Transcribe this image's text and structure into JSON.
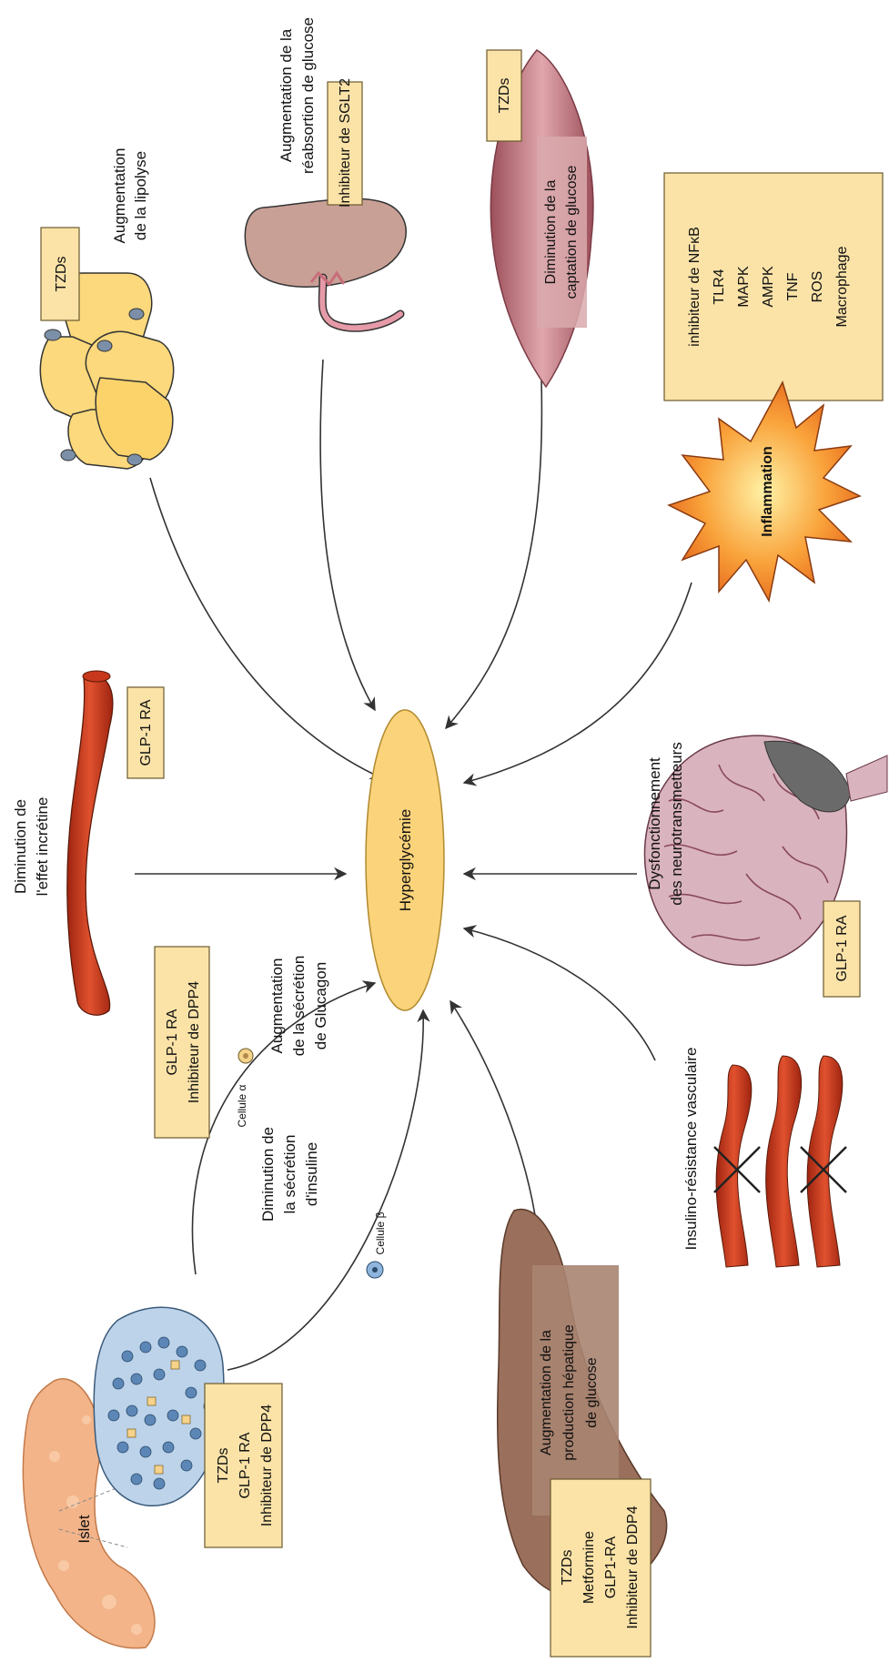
{
  "center": {
    "label": "Hyperglycémie"
  },
  "nodes": {
    "adipose": {
      "label_line1": "Augmentation",
      "label_line2": "de la lipolyse",
      "drug_box": "TZDs"
    },
    "kidney": {
      "label_line1": "Augmentation de la",
      "label_line2": "réabsortion de glucose",
      "drug_box": "Inhibiteur de SGLT2"
    },
    "muscle": {
      "label_line1": "Diminution de la",
      "label_line2": "captation de glucose",
      "drug_box": "TZDs"
    },
    "inflammation": {
      "burst_label": "Inflammation",
      "box_lines": [
        "inhibiteur de NFκB",
        "TLR4",
        "MAPK",
        "AMPK",
        "TNF",
        "ROS",
        "Macrophage"
      ]
    },
    "incretin": {
      "label_line1": "Diminution de",
      "label_line2": "l'effet incrétine",
      "drug_box": "GLP-1 RA"
    },
    "brain": {
      "label_line1": "Dysfonctionnement",
      "label_line2": "des neurotransmetteurs",
      "drug_box": "GLP-1 RA"
    },
    "gut_drugs": {
      "line1": "GLP-1 RA",
      "line2": "Inhibiteur de DPP4"
    },
    "glucagon": {
      "line1": "Augmentation",
      "line2": "de la sécrétion",
      "line3": "de Glucagon",
      "cell_label": "Cellule α"
    },
    "insulin": {
      "line1": "Diminution de",
      "line2": "la sécrétion",
      "line3": "d'insuline",
      "cell_label": "Cellule β"
    },
    "pancreas": {
      "islet_label": "Islet",
      "box_lines": [
        "TZDs",
        "GLP-1 RA",
        "Inhibiteur de DPP4"
      ]
    },
    "liver": {
      "label_lines": [
        "Augmentation de la",
        "production hépatique",
        "de glucose"
      ],
      "box_lines": [
        "TZDs",
        "Metformine",
        "GLP1-RA",
        "Inhibiteur de DDP4"
      ]
    },
    "vascular": {
      "label": "Insulino-résistance vasculaire"
    }
  },
  "colors": {
    "drug_box": "#fbe3a8",
    "center_fill": "#fbd37a",
    "vessel": "#c8381c",
    "kidney": "#c9a096",
    "muscle": "#c98a90",
    "liver": "#9a6f5c",
    "brain": "#d9b3be",
    "adipose": "#fbd97c",
    "islet": "#bcd3ea",
    "pancreas": "#f3b489"
  }
}
